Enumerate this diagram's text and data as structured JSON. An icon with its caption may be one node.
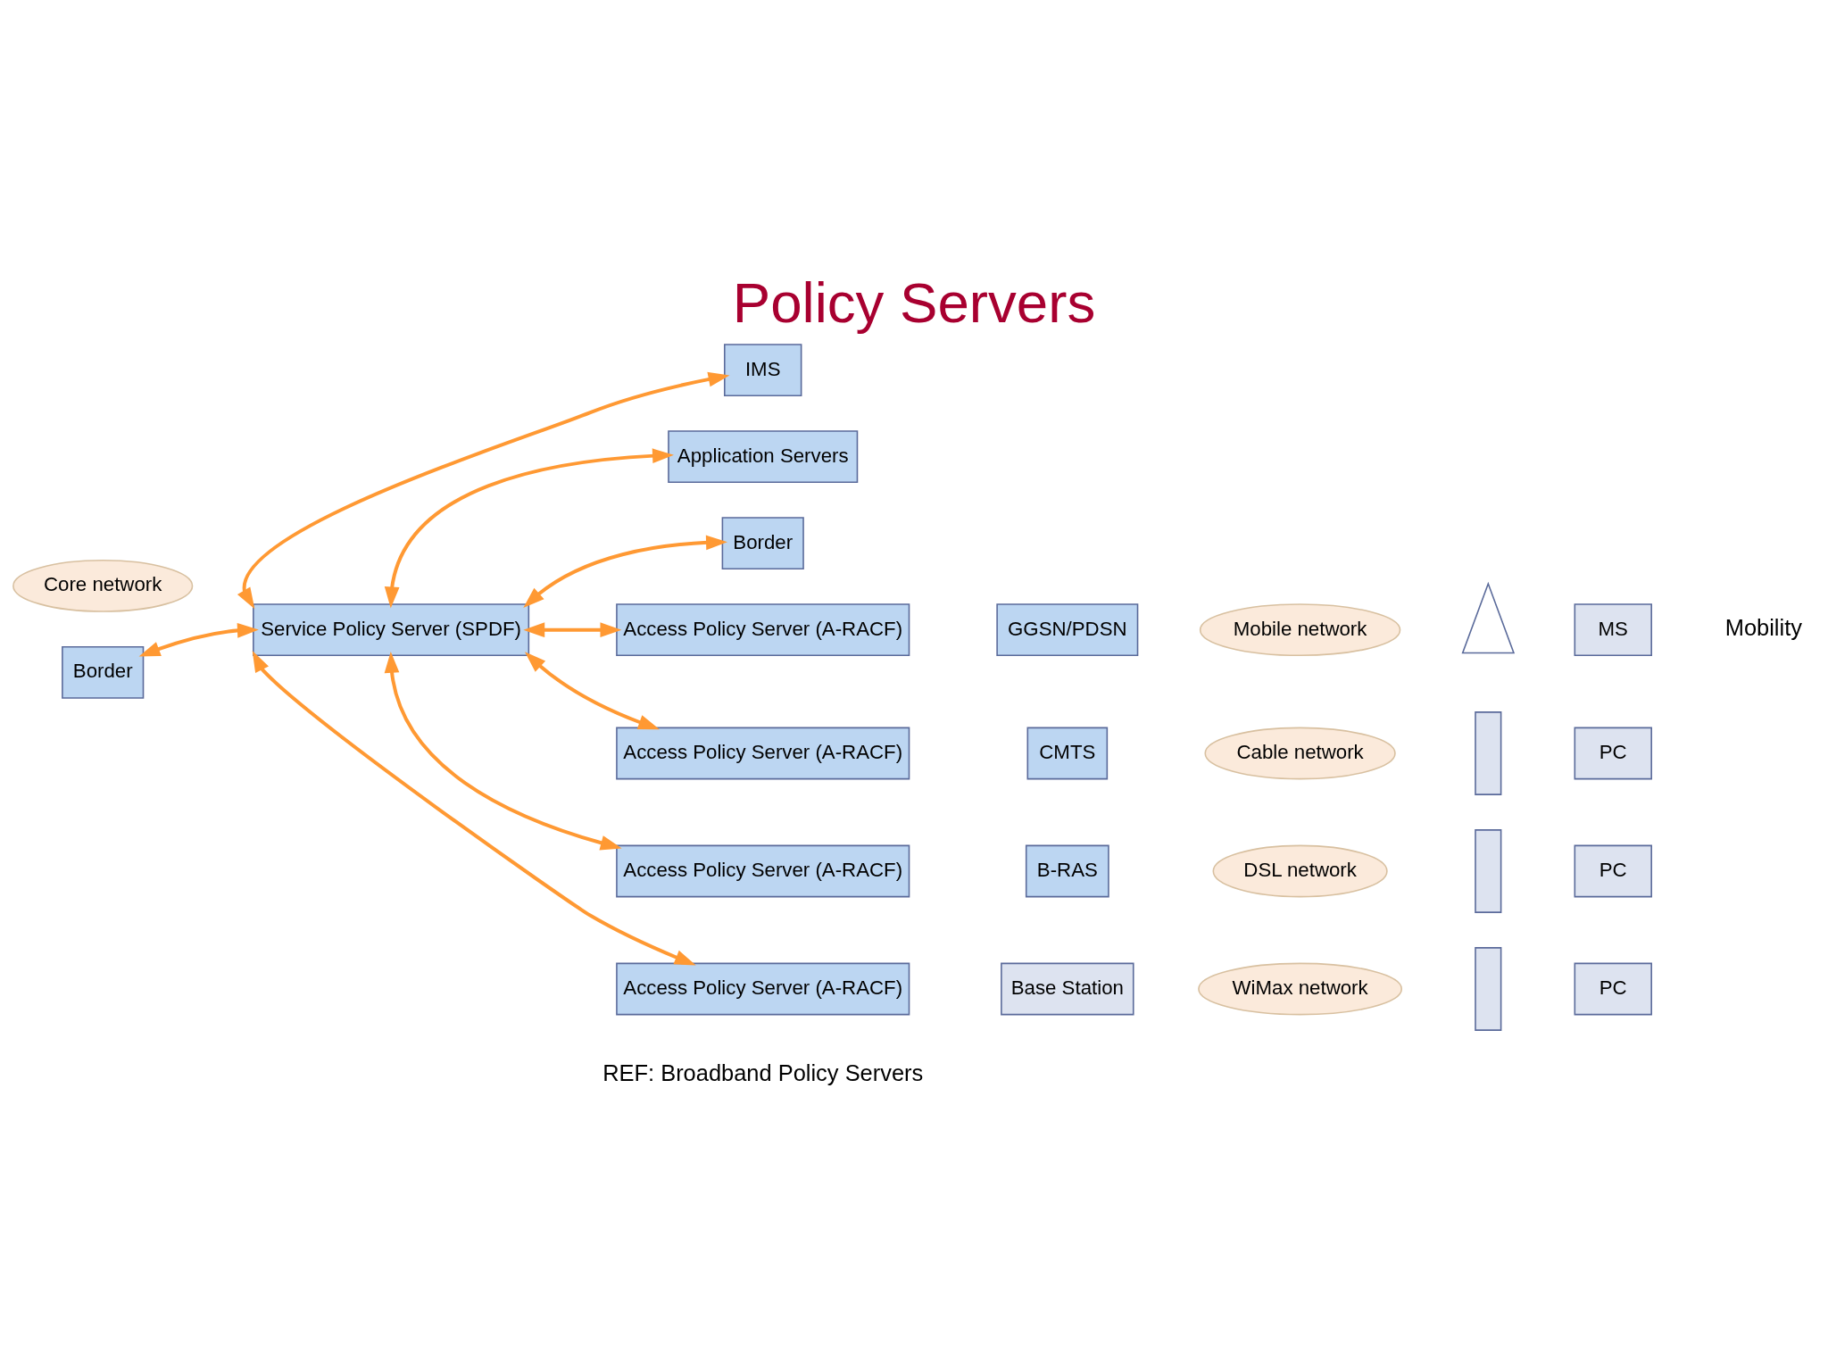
{
  "diagram": {
    "title": "Policy Servers",
    "caption": "REF: Broadband Policy Servers",
    "nodes": [
      {
        "text": [
          "IMS"
        ]
      },
      {
        "text": [
          "Application Servers"
        ]
      },
      {
        "text": [
          "Core network"
        ]
      },
      {
        "text": [
          "Border"
        ]
      },
      {
        "text": [
          "Border"
        ]
      },
      {
        "text": [
          "Service Policy Server (SPDF)"
        ]
      },
      {
        "text": [
          "Access Policy Server (A-RACF)"
        ]
      },
      {
        "text": [
          "GGSN/PDSN"
        ]
      },
      {
        "text": [
          "Mobile network"
        ]
      },
      {
        "text": [],
        "shape": "tower"
      },
      {
        "text": [
          "MS"
        ]
      },
      {
        "text": [
          "Access Policy Server (A-RACF)"
        ]
      },
      {
        "text": [
          "CMTS"
        ]
      },
      {
        "text": [
          "Cable network"
        ]
      },
      {
        "text": [],
        "shape": "box"
      },
      {
        "text": [
          "PC"
        ]
      },
      {
        "text": [
          "Access Policy Server (A-RACF)"
        ]
      },
      {
        "text": [
          "B-RAS"
        ]
      },
      {
        "text": [
          "DSL network"
        ]
      },
      {
        "text": [],
        "shape": "box"
      },
      {
        "text": [
          "PC"
        ]
      },
      {
        "text": [
          "Access Policy Server (A-RACF)"
        ]
      },
      {
        "text": [
          "Base Station"
        ]
      },
      {
        "text": [
          "WiMax network"
        ]
      },
      {
        "text": [],
        "shape": "box"
      },
      {
        "text": [
          "PC"
        ]
      }
    ],
    "edges": [
      {
        "from": 5,
        "to": 0,
        "arrow": "both"
      },
      {
        "from": 5,
        "to": 1,
        "arrow": "both"
      },
      {
        "from": 5,
        "to": 3,
        "arrow": "both"
      },
      {
        "from": 5,
        "to": 4,
        "arrow": "both"
      },
      {
        "from": 5,
        "to": 6,
        "arrow": "both"
      },
      {
        "from": 5,
        "to": 11,
        "arrow": "both"
      },
      {
        "from": 5,
        "to": 16,
        "arrow": "both"
      },
      {
        "from": 5,
        "to": 21,
        "arrow": "both"
      }
    ],
    "labels": [
      "Mobility"
    ]
  }
}
